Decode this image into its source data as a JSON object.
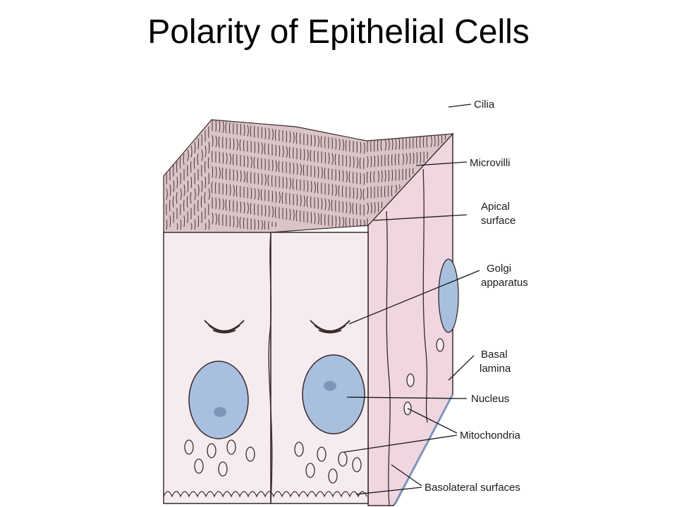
{
  "title": "Polarity of Epithelial Cells",
  "labels": {
    "cilia": "Cilia",
    "microvilli": "Microvilli",
    "apical_1": "Apical",
    "apical_2": "surface",
    "golgi_1": "Golgi",
    "golgi_2": "apparatus",
    "basal_1": "Basal",
    "basal_2": "lamina",
    "nucleus": "Nucleus",
    "mitochondria": "Mitochondria",
    "basolateral": "Basolateral surfaces"
  },
  "colors": {
    "cell_fill": "#f6ecef",
    "side_fill": "#f0d6e0",
    "nucleus_fill": "#a8bfe0",
    "outline": "#3a2a2a"
  }
}
